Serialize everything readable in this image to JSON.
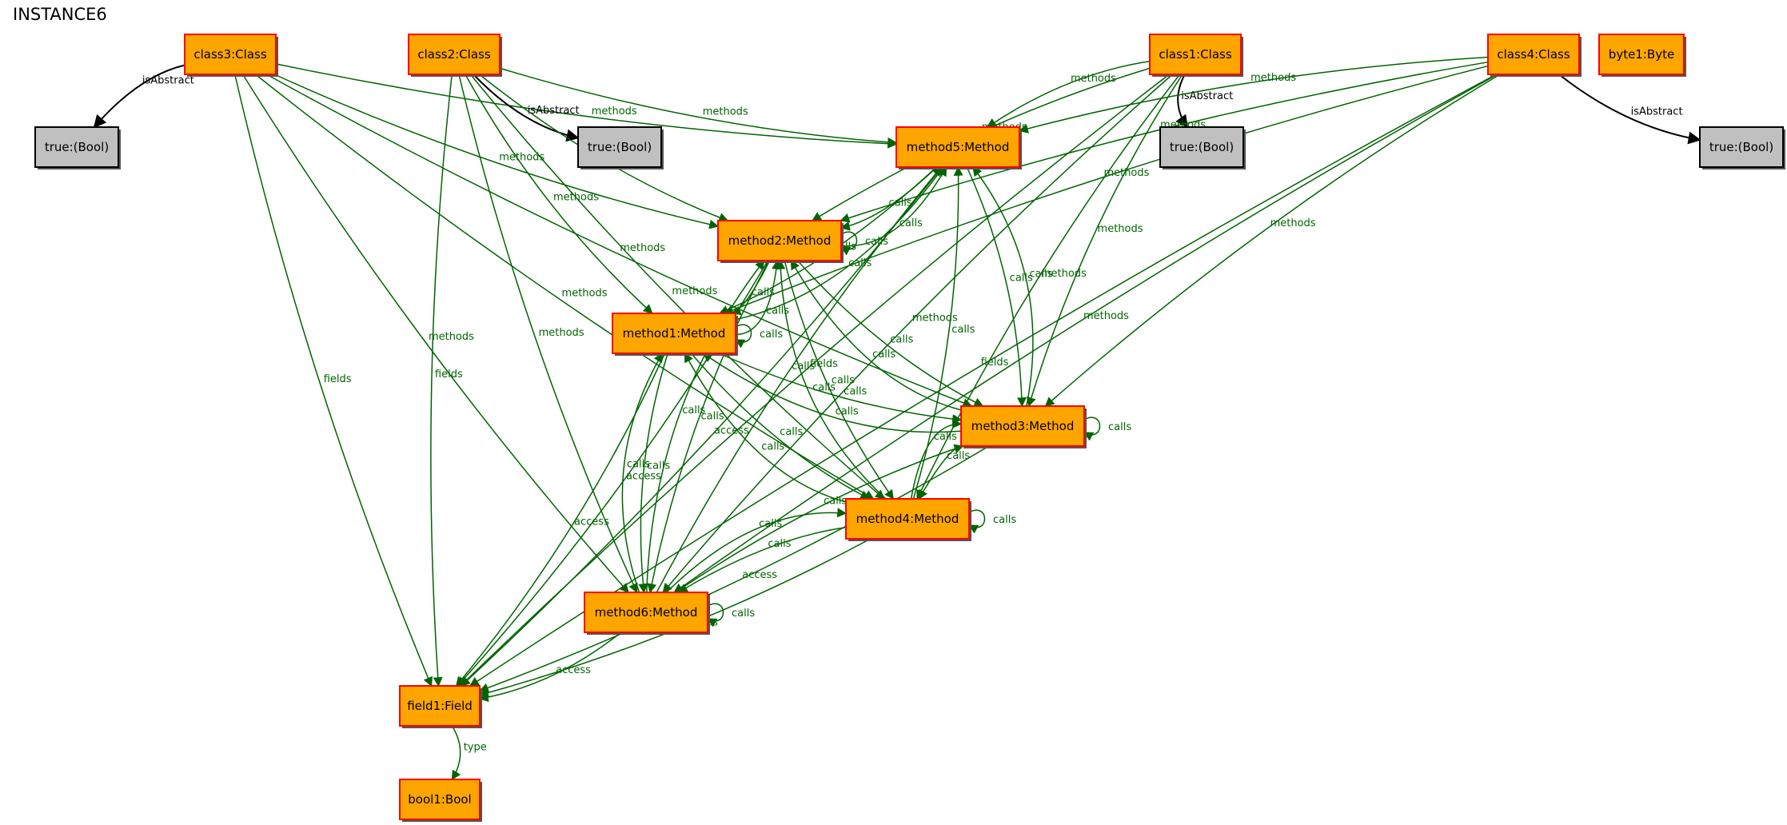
{
  "title": "INSTANCE6",
  "colors": {
    "node_fill": "#ffa500",
    "node_stroke": "#ff0000",
    "bool_fill": "#c0c0c0",
    "bool_stroke": "#000000",
    "edge_green": "#006400",
    "edge_black": "#000000"
  },
  "nodes": [
    {
      "id": "class3",
      "label": "class3:Class",
      "kind": "class"
    },
    {
      "id": "class2",
      "label": "class2:Class",
      "kind": "class"
    },
    {
      "id": "class1",
      "label": "class1:Class",
      "kind": "class"
    },
    {
      "id": "class4",
      "label": "class4:Class",
      "kind": "class"
    },
    {
      "id": "byte1",
      "label": "byte1:Byte",
      "kind": "value"
    },
    {
      "id": "true3",
      "label": "true:(Bool)",
      "kind": "bool"
    },
    {
      "id": "true2",
      "label": "true:(Bool)",
      "kind": "bool"
    },
    {
      "id": "true1",
      "label": "true:(Bool)",
      "kind": "bool"
    },
    {
      "id": "true4",
      "label": "true:(Bool)",
      "kind": "bool"
    },
    {
      "id": "method5",
      "label": "method5:Method",
      "kind": "method"
    },
    {
      "id": "method2",
      "label": "method2:Method",
      "kind": "method"
    },
    {
      "id": "method1",
      "label": "method1:Method",
      "kind": "method"
    },
    {
      "id": "method3",
      "label": "method3:Method",
      "kind": "method"
    },
    {
      "id": "method4",
      "label": "method4:Method",
      "kind": "method"
    },
    {
      "id": "method6",
      "label": "method6:Method",
      "kind": "method"
    },
    {
      "id": "field1",
      "label": "field1:Field",
      "kind": "field"
    },
    {
      "id": "bool1",
      "label": "bool1:Bool",
      "kind": "value"
    }
  ],
  "edges": [
    {
      "from": "class3",
      "to": "true3",
      "label": "isAbstract"
    },
    {
      "from": "class3",
      "to": "field1",
      "label": "fields"
    },
    {
      "from": "class3",
      "to": "method6",
      "label": "methods"
    },
    {
      "from": "class3",
      "to": "method4",
      "label": "methods"
    },
    {
      "from": "class3",
      "to": "method2",
      "label": "methods"
    },
    {
      "from": "class3",
      "to": "method5",
      "label": "methods"
    },
    {
      "from": "class3",
      "to": "method3",
      "label": "methods"
    },
    {
      "from": "class2",
      "to": "true2",
      "label": "isAbstract"
    },
    {
      "from": "class2",
      "to": "field1",
      "label": "fields"
    },
    {
      "from": "class2",
      "to": "method6",
      "label": "methods"
    },
    {
      "from": "class2",
      "to": "method4",
      "label": "methods"
    },
    {
      "from": "class2",
      "to": "method1",
      "label": "methods"
    },
    {
      "from": "class2",
      "to": "method2",
      "label": "methods"
    },
    {
      "from": "class2",
      "to": "method5",
      "label": "methods"
    },
    {
      "from": "class1",
      "to": "true1",
      "label": "isAbstract"
    },
    {
      "from": "class1",
      "to": "field1",
      "label": "fields"
    },
    {
      "from": "class1",
      "to": "method5",
      "label": "methods"
    },
    {
      "from": "class1",
      "to": "method2",
      "label": "methods"
    },
    {
      "from": "class1",
      "to": "method3",
      "label": "methods"
    },
    {
      "from": "class1",
      "to": "method4",
      "label": "methods"
    },
    {
      "from": "class1",
      "to": "method6",
      "label": "methods"
    },
    {
      "from": "class4",
      "to": "true4",
      "label": "isAbstract"
    },
    {
      "from": "class4",
      "to": "field1",
      "label": "fields"
    },
    {
      "from": "class4",
      "to": "method5",
      "label": "methods"
    },
    {
      "from": "class4",
      "to": "method2",
      "label": "methods"
    },
    {
      "from": "class4",
      "to": "method1",
      "label": "methods"
    },
    {
      "from": "class4",
      "to": "method3",
      "label": "methods"
    },
    {
      "from": "class4",
      "to": "method6",
      "label": "methods"
    },
    {
      "from": "method5",
      "to": "method2",
      "label": "calls"
    },
    {
      "from": "method5",
      "to": "method3",
      "label": "calls"
    },
    {
      "from": "method5",
      "to": "method1",
      "label": "calls"
    },
    {
      "from": "method5",
      "to": "field1",
      "label": "access"
    },
    {
      "from": "method2",
      "to": "method5",
      "label": "calls"
    },
    {
      "from": "method2",
      "to": "method2",
      "label": "calls"
    },
    {
      "from": "method2",
      "to": "method1",
      "label": "calls"
    },
    {
      "from": "method2",
      "to": "method3",
      "label": "calls"
    },
    {
      "from": "method2",
      "to": "method4",
      "label": "calls"
    },
    {
      "from": "method2",
      "to": "method6",
      "label": "calls"
    },
    {
      "from": "method2",
      "to": "field1",
      "label": "access"
    },
    {
      "from": "method1",
      "to": "method5",
      "label": "calls"
    },
    {
      "from": "method1",
      "to": "method2",
      "label": "calls"
    },
    {
      "from": "method1",
      "to": "method1",
      "label": "calls"
    },
    {
      "from": "method1",
      "to": "method3",
      "label": "calls"
    },
    {
      "from": "method1",
      "to": "method4",
      "label": "calls"
    },
    {
      "from": "method1",
      "to": "method6",
      "label": "calls"
    },
    {
      "from": "method1",
      "to": "field1",
      "label": "access"
    },
    {
      "from": "method3",
      "to": "method5",
      "label": "calls"
    },
    {
      "from": "method3",
      "to": "method2",
      "label": "calls"
    },
    {
      "from": "method3",
      "to": "method1",
      "label": "calls"
    },
    {
      "from": "method3",
      "to": "method3",
      "label": "calls"
    },
    {
      "from": "method3",
      "to": "method4",
      "label": "calls"
    },
    {
      "from": "method3",
      "to": "field1",
      "label": "access"
    },
    {
      "from": "method4",
      "to": "method5",
      "label": "calls"
    },
    {
      "from": "method4",
      "to": "method2",
      "label": "calls"
    },
    {
      "from": "method4",
      "to": "method1",
      "label": "calls"
    },
    {
      "from": "method4",
      "to": "method3",
      "label": "calls"
    },
    {
      "from": "method4",
      "to": "method4",
      "label": "calls"
    },
    {
      "from": "method4",
      "to": "method6",
      "label": "calls"
    },
    {
      "from": "method4",
      "to": "field1",
      "label": "access"
    },
    {
      "from": "method6",
      "to": "method5",
      "label": "calls"
    },
    {
      "from": "method6",
      "to": "method2",
      "label": "calls"
    },
    {
      "from": "method6",
      "to": "method1",
      "label": "calls"
    },
    {
      "from": "method6",
      "to": "method3",
      "label": "calls"
    },
    {
      "from": "method6",
      "to": "method4",
      "label": "calls"
    },
    {
      "from": "method6",
      "to": "method6",
      "label": "calls"
    },
    {
      "from": "method6",
      "to": "field1",
      "label": "access"
    },
    {
      "from": "field1",
      "to": "bool1",
      "label": "type"
    }
  ]
}
